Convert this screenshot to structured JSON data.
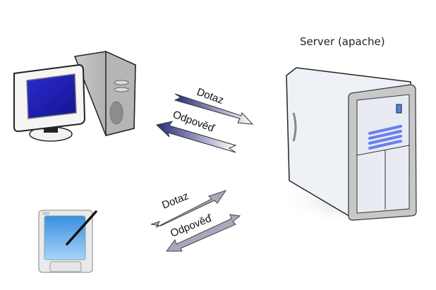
{
  "server": {
    "title": "Server (apache)"
  },
  "clients": [
    {
      "name": "desktop-computer"
    },
    {
      "name": "tablet-pda"
    }
  ],
  "arrows": {
    "top": {
      "request_label": "Dotaz",
      "response_label": "Odpověď"
    },
    "bottom": {
      "request_label": "Dotaz",
      "response_label": "Odpověď"
    }
  },
  "colors": {
    "screen_blue": "#1e1ea8",
    "arrow_top_dark": "#2a2a7a",
    "arrow_bottom": "#9a9ab0",
    "server_stripes": "#6a7ff0",
    "tablet_screen": "#5aa8e8"
  }
}
